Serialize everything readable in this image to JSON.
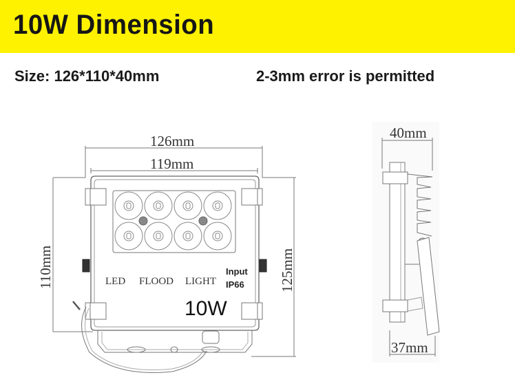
{
  "header": {
    "title": "10W Dimension",
    "background_color": "#fff200"
  },
  "specs": {
    "size": "Size: 126*110*40mm",
    "tolerance": "2-3mm error is permitted"
  },
  "front_view": {
    "overall_width": "126mm",
    "inner_width": "119mm",
    "body_height": "110mm",
    "total_height": "125mm",
    "label_led": "LED",
    "label_flood": "FLOOD",
    "label_light": "LIGHT",
    "label_input": "Input",
    "label_ip": "IP66",
    "label_watt": "10W",
    "led_count": 8
  },
  "side_view": {
    "depth": "40mm",
    "bracket_depth": "37mm"
  }
}
